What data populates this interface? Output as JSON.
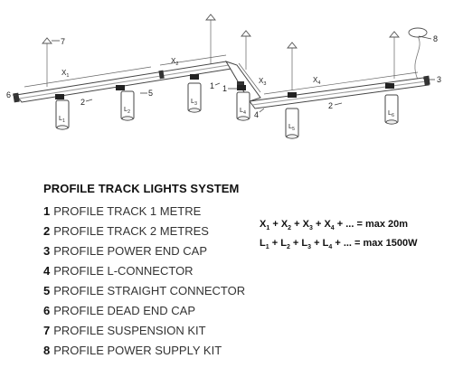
{
  "diagram": {
    "callouts": [
      {
        "id": "c1a",
        "text": "1"
      },
      {
        "id": "c1b",
        "text": "1"
      },
      {
        "id": "c2a",
        "text": "2"
      },
      {
        "id": "c2b",
        "text": "2"
      },
      {
        "id": "c3",
        "text": "3"
      },
      {
        "id": "c4",
        "text": "4"
      },
      {
        "id": "c5",
        "text": "5"
      },
      {
        "id": "c6",
        "text": "6"
      },
      {
        "id": "c7",
        "text": "7"
      },
      {
        "id": "c8",
        "text": "8"
      }
    ],
    "dimensions": [
      {
        "id": "x1",
        "main": "X",
        "sub": "1"
      },
      {
        "id": "x2",
        "main": "X",
        "sub": "2"
      },
      {
        "id": "x3",
        "main": "X",
        "sub": "3"
      },
      {
        "id": "x4",
        "main": "X",
        "sub": "4"
      }
    ],
    "lights": [
      {
        "id": "l1",
        "main": "L",
        "sub": "1"
      },
      {
        "id": "l2",
        "main": "L",
        "sub": "2"
      },
      {
        "id": "l3",
        "main": "L",
        "sub": "3"
      },
      {
        "id": "l4",
        "main": "L",
        "sub": "4"
      },
      {
        "id": "l5",
        "main": "L",
        "sub": "5"
      },
      {
        "id": "l6",
        "main": "L",
        "sub": "6"
      }
    ]
  },
  "legend": {
    "title": "PROFILE TRACK LIGHTS SYSTEM",
    "items": [
      {
        "num": "1",
        "label": "PROFILE TRACK 1 METRE"
      },
      {
        "num": "2",
        "label": "PROFILE TRACK 2 METRES"
      },
      {
        "num": "3",
        "label": "PROFILE POWER END CAP"
      },
      {
        "num": "4",
        "label": "PROFILE L-CONNECTOR"
      },
      {
        "num": "5",
        "label": "PROFILE STRAIGHT CONNECTOR"
      },
      {
        "num": "6",
        "label": "PROFILE DEAD END CAP"
      },
      {
        "num": "7",
        "label": "PROFILE SUSPENSION KIT"
      },
      {
        "num": "8",
        "label": "PROFILE POWER SUPPLY KIT"
      }
    ]
  },
  "formulas": [
    {
      "terms": [
        {
          "main": "X",
          "sub": "1"
        },
        {
          "main": "X",
          "sub": "2"
        },
        {
          "main": "X",
          "sub": "3"
        },
        {
          "main": "X",
          "sub": "4"
        }
      ],
      "ellipsis": "...",
      "operator": "+",
      "result": "= max 20m"
    },
    {
      "terms": [
        {
          "main": "L",
          "sub": "1"
        },
        {
          "main": "L",
          "sub": "2"
        },
        {
          "main": "L",
          "sub": "3"
        },
        {
          "main": "L",
          "sub": "4"
        }
      ],
      "ellipsis": "...",
      "operator": "+",
      "result": "= max 1500W"
    }
  ]
}
